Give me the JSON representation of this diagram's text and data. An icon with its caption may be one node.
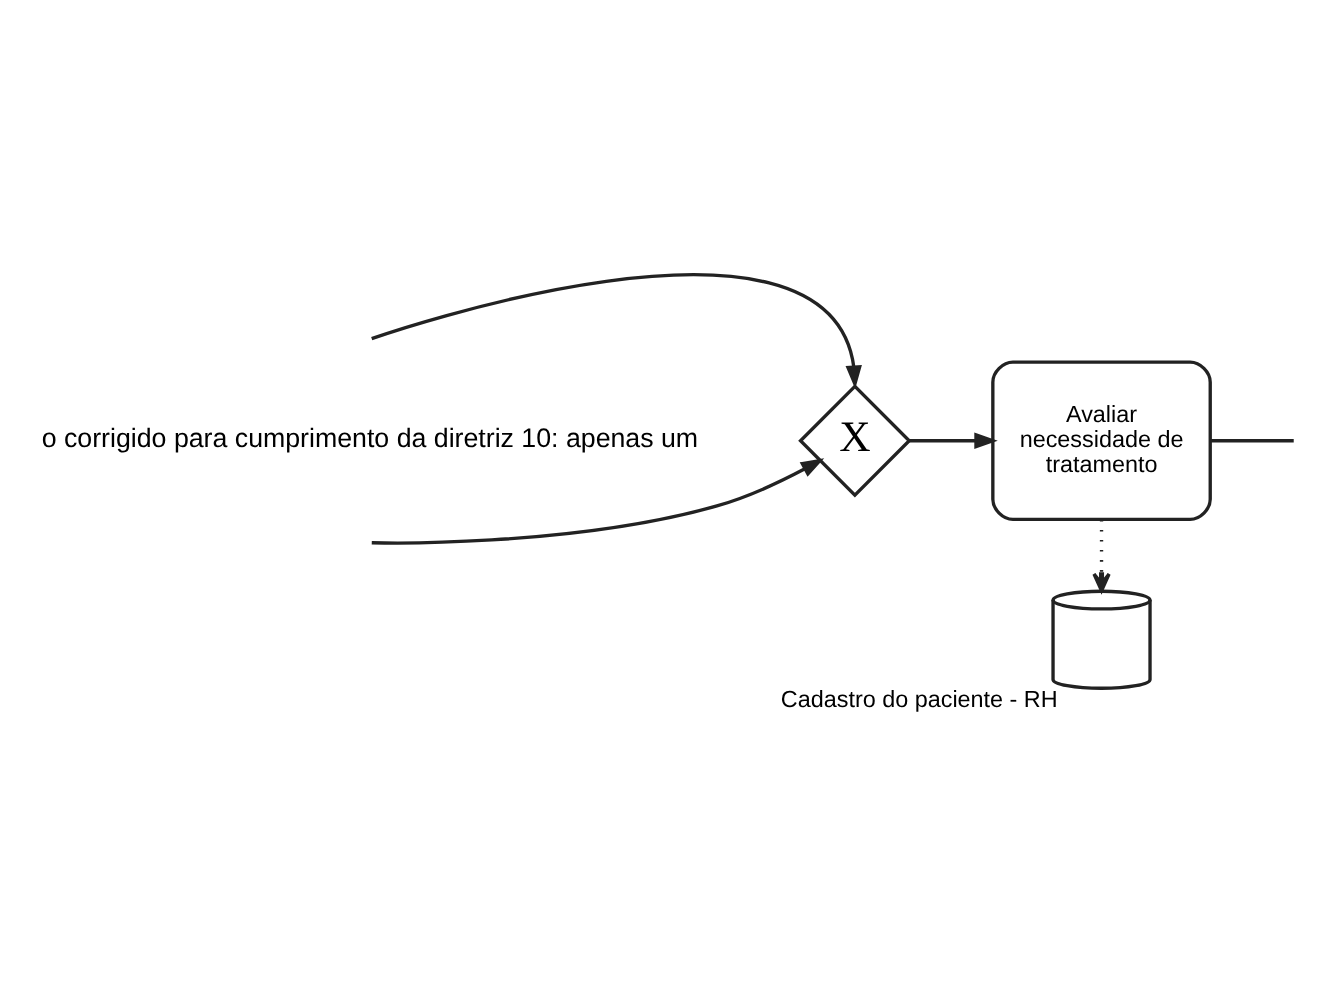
{
  "diagram": {
    "nodes": [
      {
        "text": [
          "X"
        ]
      },
      {
        "text": [
          "Avaliar necessidade de tratamento"
        ]
      },
      {
        "text": [],
        "shape": "cylinder",
        "beside": [
          "Cadastro do paciente - RH"
        ]
      }
    ],
    "edges": [
      {
        "from": null,
        "to": 0,
        "arrow": "to"
      },
      {
        "from": null,
        "to": 0,
        "arrow": "to"
      },
      {
        "from": 0,
        "to": 1,
        "arrow": "to"
      },
      {
        "from": 1,
        "to": null,
        "arrow": "none"
      },
      {
        "from": 1,
        "to": 2,
        "arrow": "to",
        "style": "dashed"
      }
    ],
    "labels": [
      "o corrigido para cumprimento da diretriz 10: apenas um"
    ]
  }
}
